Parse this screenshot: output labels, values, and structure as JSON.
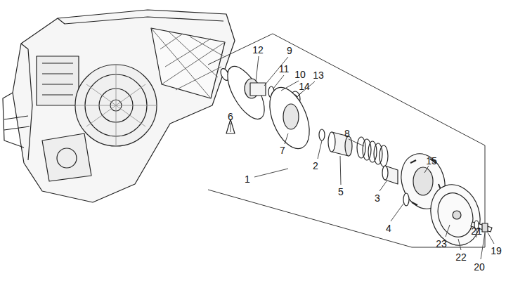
{
  "diagram": {
    "labels": [
      "12",
      "9",
      "11",
      "10",
      "13",
      "14",
      "6",
      "7",
      "8",
      "2",
      "5",
      "1",
      "15",
      "3",
      "4",
      "23",
      "22",
      "21",
      "19",
      "20"
    ]
  }
}
